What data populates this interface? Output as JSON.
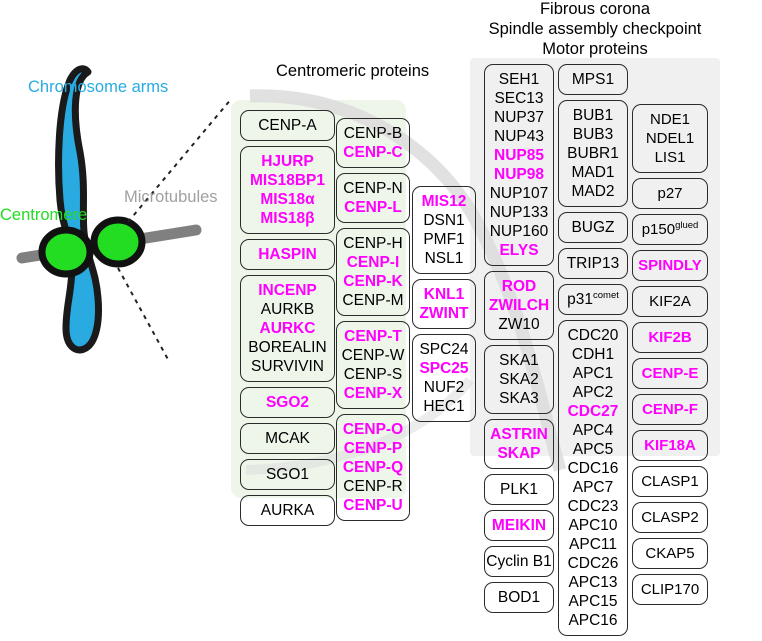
{
  "figure": {
    "title_lines": [
      "Fibrous corona",
      "Spindle assembly checkpoint",
      "Motor proteins"
    ],
    "centromeric_header": "Centromeric proteins",
    "colors": {
      "highlight_pink": "#ff00ff",
      "plain_black": "#000000",
      "chromosome_blue": "#29abe2",
      "centromere_green": "#22dd22",
      "microtubule_grey": "#808080",
      "panel_green": "#eef6ea",
      "panel_grey": "#f0f0f0"
    }
  },
  "diagram_labels": {
    "chromosome_arms": "Chromosome arms",
    "centromere": "Centromere",
    "microtubules": "Microtubules"
  },
  "columns": [
    {
      "id": "col1",
      "groups": [
        {
          "items": [
            {
              "t": "CENP-A",
              "h": false
            }
          ]
        },
        {
          "items": [
            {
              "t": "HJURP",
              "h": true
            },
            {
              "t": "MIS18BP1",
              "h": true
            },
            {
              "t": "MIS18α",
              "h": true
            },
            {
              "t": "MIS18β",
              "h": true
            }
          ]
        },
        {
          "items": [
            {
              "t": "HASPIN",
              "h": true
            }
          ]
        },
        {
          "items": [
            {
              "t": "INCENP",
              "h": true
            },
            {
              "t": "AURKB",
              "h": false
            },
            {
              "t": "AURKC",
              "h": true
            },
            {
              "t": "BOREALIN",
              "h": false
            },
            {
              "t": "SURVIVIN",
              "h": false
            }
          ]
        },
        {
          "items": [
            {
              "t": "SGO2",
              "h": true
            }
          ]
        },
        {
          "items": [
            {
              "t": "MCAK",
              "h": false
            }
          ]
        },
        {
          "items": [
            {
              "t": "SGO1",
              "h": false
            }
          ]
        },
        {
          "items": [
            {
              "t": "AURKA",
              "h": false
            }
          ]
        }
      ]
    },
    {
      "id": "col2",
      "groups": [
        {
          "items": [
            {
              "t": "CENP-B",
              "h": false
            },
            {
              "t": "CENP-C",
              "h": true
            }
          ]
        },
        {
          "items": [
            {
              "t": "CENP-N",
              "h": false
            },
            {
              "t": "CENP-L",
              "h": true
            }
          ]
        },
        {
          "items": [
            {
              "t": "CENP-H",
              "h": false
            },
            {
              "t": "CENP-I",
              "h": true
            },
            {
              "t": "CENP-K",
              "h": true
            },
            {
              "t": "CENP-M",
              "h": false
            }
          ]
        },
        {
          "items": [
            {
              "t": "CENP-T",
              "h": true
            },
            {
              "t": "CENP-W",
              "h": false
            },
            {
              "t": "CENP-S",
              "h": false
            },
            {
              "t": "CENP-X",
              "h": true
            }
          ]
        },
        {
          "items": [
            {
              "t": "CENP-O",
              "h": true
            },
            {
              "t": "CENP-P",
              "h": true
            },
            {
              "t": "CENP-Q",
              "h": true
            },
            {
              "t": "CENP-R",
              "h": false
            },
            {
              "t": "CENP-U",
              "h": true
            }
          ]
        }
      ]
    },
    {
      "id": "col3",
      "groups": [
        {
          "items": [
            {
              "t": "MIS12",
              "h": true
            },
            {
              "t": "DSN1",
              "h": false
            },
            {
              "t": "PMF1",
              "h": false
            },
            {
              "t": "NSL1",
              "h": false
            }
          ]
        },
        {
          "items": [
            {
              "t": "KNL1",
              "h": true
            },
            {
              "t": "ZWINT",
              "h": true
            }
          ]
        },
        {
          "items": [
            {
              "t": "SPC24",
              "h": false
            },
            {
              "t": "SPC25",
              "h": true
            },
            {
              "t": "NUF2",
              "h": false
            },
            {
              "t": "HEC1",
              "h": false
            }
          ]
        }
      ]
    },
    {
      "id": "col4",
      "groups": [
        {
          "items": [
            {
              "t": "SEH1",
              "h": false
            },
            {
              "t": "SEC13",
              "h": false
            },
            {
              "t": "NUP37",
              "h": false
            },
            {
              "t": "NUP43",
              "h": false
            },
            {
              "t": "NUP85",
              "h": true
            },
            {
              "t": "NUP98",
              "h": true
            },
            {
              "t": "NUP107",
              "h": false
            },
            {
              "t": "NUP133",
              "h": false
            },
            {
              "t": "NUP160",
              "h": false
            },
            {
              "t": "ELYS",
              "h": true
            }
          ]
        },
        {
          "items": [
            {
              "t": "ROD",
              "h": true
            },
            {
              "t": "ZWILCH",
              "h": true
            },
            {
              "t": "ZW10",
              "h": false
            }
          ]
        },
        {
          "items": [
            {
              "t": "SKA1",
              "h": false
            },
            {
              "t": "SKA2",
              "h": false
            },
            {
              "t": "SKA3",
              "h": false
            }
          ]
        },
        {
          "items": [
            {
              "t": "ASTRIN",
              "h": true
            },
            {
              "t": "SKAP",
              "h": true
            }
          ]
        },
        {
          "items": [
            {
              "t": "PLK1",
              "h": false
            }
          ]
        },
        {
          "items": [
            {
              "t": "MEIKIN",
              "h": true
            }
          ]
        },
        {
          "items": [
            {
              "t": "Cyclin B1",
              "h": false
            }
          ]
        },
        {
          "items": [
            {
              "t": "BOD1",
              "h": false
            }
          ]
        }
      ]
    },
    {
      "id": "col5",
      "groups": [
        {
          "items": [
            {
              "t": "MPS1",
              "h": false
            }
          ]
        },
        {
          "items": [
            {
              "t": "BUB1",
              "h": false
            },
            {
              "t": "BUB3",
              "h": false
            },
            {
              "t": "BUBR1",
              "h": false
            },
            {
              "t": "MAD1",
              "h": false
            },
            {
              "t": "MAD2",
              "h": false
            }
          ]
        },
        {
          "items": [
            {
              "t": "BUGZ",
              "h": false
            }
          ]
        },
        {
          "items": [
            {
              "t": "TRIP13",
              "h": false
            }
          ]
        },
        {
          "items": [
            {
              "t": "p31",
              "sup": "comet",
              "h": false
            }
          ]
        },
        {
          "items": [
            {
              "t": "CDC20",
              "h": false
            },
            {
              "t": "CDH1",
              "h": false
            },
            {
              "t": "APC1",
              "h": false
            },
            {
              "t": "APC2",
              "h": false
            },
            {
              "t": "CDC27",
              "h": true
            },
            {
              "t": "APC4",
              "h": false
            },
            {
              "t": "APC5",
              "h": false
            },
            {
              "t": "CDC16",
              "h": false
            },
            {
              "t": "APC7",
              "h": false
            },
            {
              "t": "CDC23",
              "h": false
            },
            {
              "t": "APC10",
              "h": false
            },
            {
              "t": "APC11",
              "h": false
            },
            {
              "t": "CDC26",
              "h": false
            },
            {
              "t": "APC13",
              "h": false
            },
            {
              "t": "APC15",
              "h": false
            },
            {
              "t": "APC16",
              "h": false
            }
          ]
        }
      ]
    },
    {
      "id": "col6",
      "groups": [
        {
          "items": [
            {
              "t": "NDE1",
              "h": false
            },
            {
              "t": "NDEL1",
              "h": false
            },
            {
              "t": "LIS1",
              "h": false
            }
          ]
        },
        {
          "items": [
            {
              "t": "p27",
              "h": false
            }
          ]
        },
        {
          "items": [
            {
              "t": "p150",
              "sup": "glued",
              "h": false
            }
          ]
        },
        {
          "items": [
            {
              "t": "SPINDLY",
              "h": true
            }
          ]
        },
        {
          "items": [
            {
              "t": "KIF2A",
              "h": false
            }
          ]
        },
        {
          "items": [
            {
              "t": "KIF2B",
              "h": true
            }
          ]
        },
        {
          "items": [
            {
              "t": "CENP-E",
              "h": true
            }
          ]
        },
        {
          "items": [
            {
              "t": "CENP-F",
              "h": true
            }
          ]
        },
        {
          "items": [
            {
              "t": "KIF18A",
              "h": true
            }
          ]
        },
        {
          "items": [
            {
              "t": "CLASP1",
              "h": false
            }
          ]
        },
        {
          "items": [
            {
              "t": "CLASP2",
              "h": false
            }
          ]
        },
        {
          "items": [
            {
              "t": "CKAP5",
              "h": false
            }
          ]
        },
        {
          "items": [
            {
              "t": "CLIP170",
              "h": false
            }
          ]
        }
      ]
    }
  ]
}
